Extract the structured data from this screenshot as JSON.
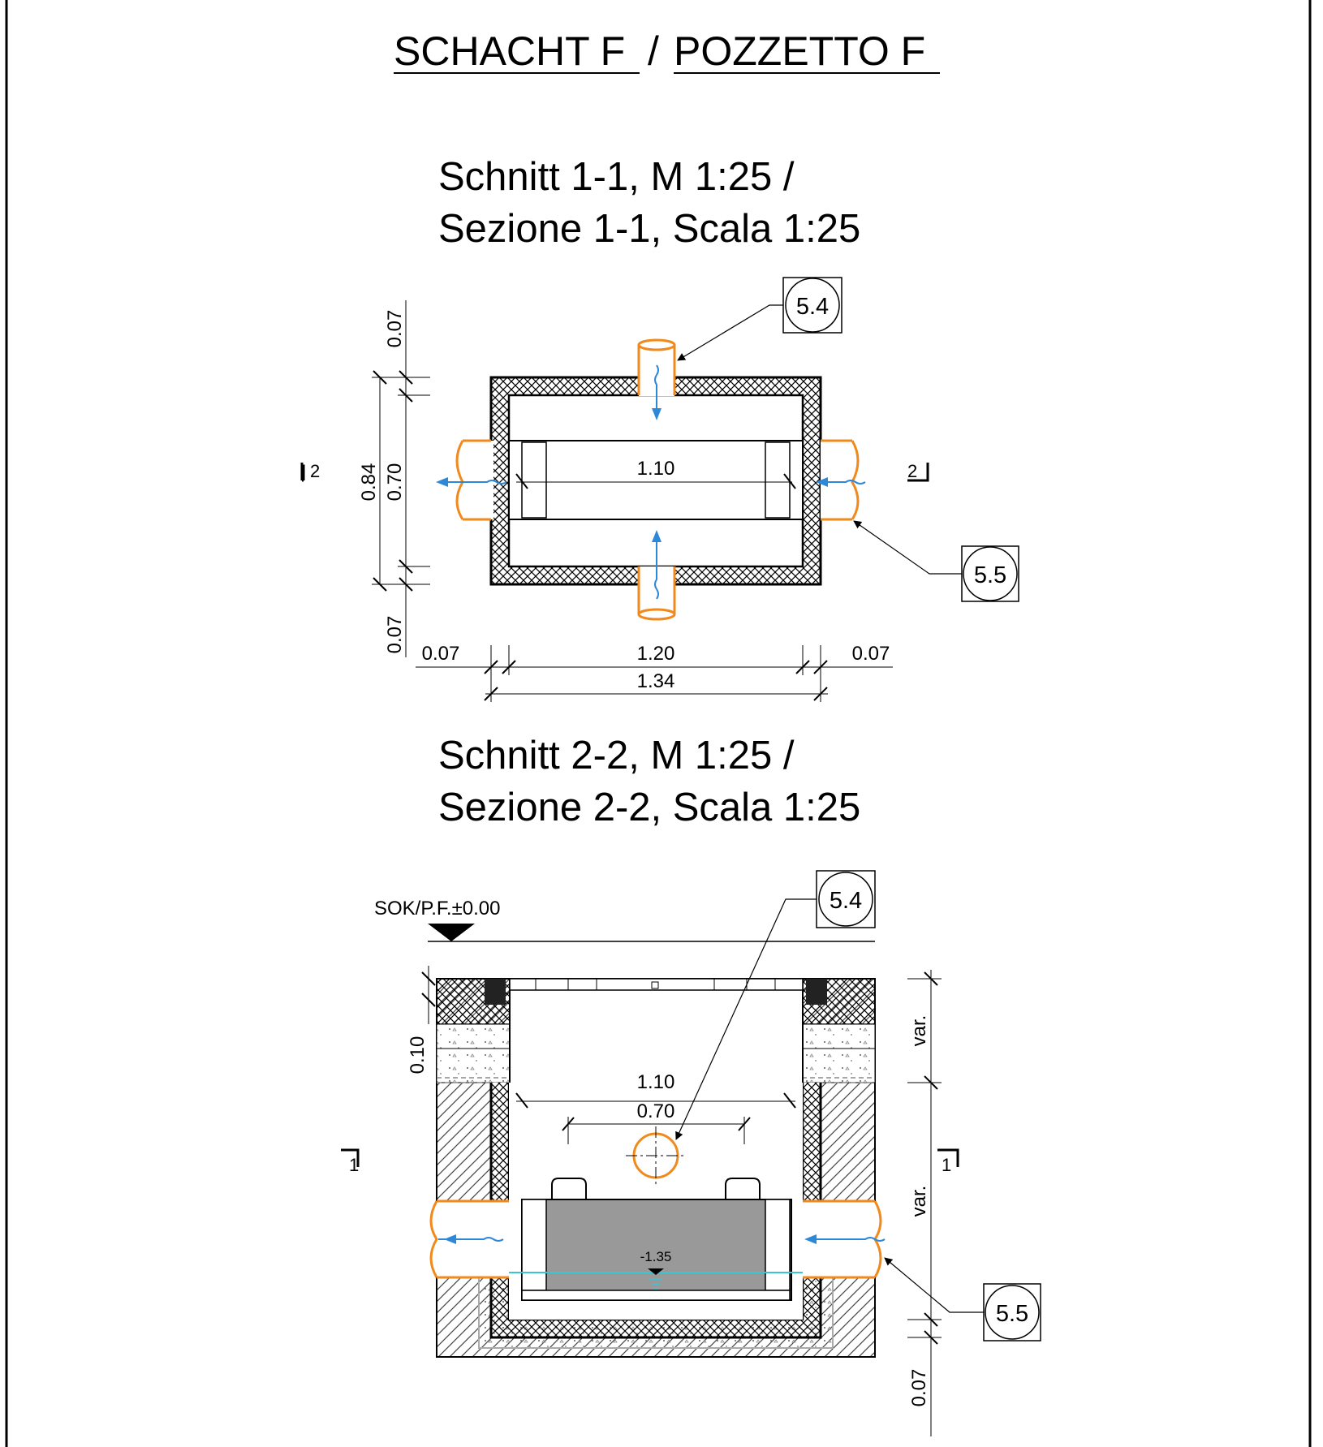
{
  "title": {
    "left": "SCHACHT F",
    "separator": "/",
    "right": "POZZETTO F"
  },
  "section_1": {
    "heading_line1": "Schnitt 1-1, M 1:25 /",
    "heading_line2": "Sezione 1-1, Scala 1:25",
    "dims": {
      "top_wall": "0.07",
      "bottom_wall": "0.07",
      "outer_height": "0.84",
      "inner_height": "0.70",
      "inner_channel": "1.10",
      "left_wall": "0.07",
      "inner_width": "1.20",
      "right_wall": "0.07",
      "outer_width": "1.34"
    },
    "markers": {
      "left": "2",
      "right": "2"
    },
    "refs": {
      "pipe_top": "5.4",
      "pipe_right": "5.5"
    }
  },
  "section_2": {
    "heading_line1": "Schnitt 2-2, M 1:25 /",
    "heading_line2": "Sezione 2-2, Scala 1:25",
    "level_label": "SOK/P.F.±0.00",
    "dims": {
      "slab": "0.10",
      "channel": "1.10",
      "pipe_span": "0.70",
      "water_level": "-1.35",
      "var_top": "var.",
      "var_mid": "var.",
      "bottom": "0.07"
    },
    "markers": {
      "left": "1",
      "right": "1"
    },
    "refs": {
      "pipe_center": "5.4",
      "pipe_right": "5.5"
    }
  },
  "colors": {
    "pipe": "#f08a1c",
    "flow": "#2e88d8",
    "water": "#36c6d6",
    "fill_grey": "#999999",
    "line": "#000000"
  }
}
